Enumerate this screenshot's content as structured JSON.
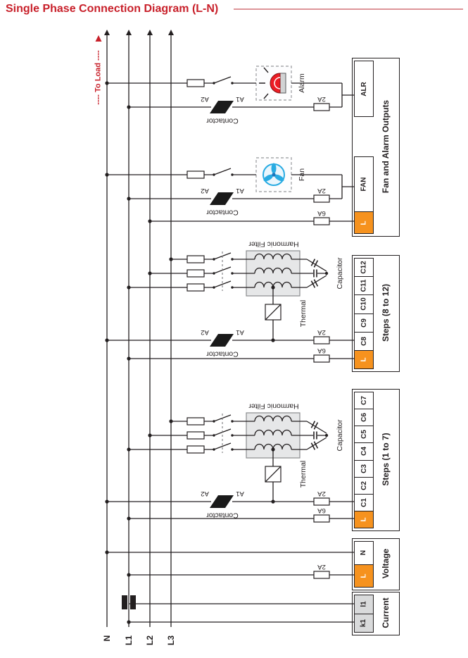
{
  "header": {
    "title": "Single Phase Connection Diagram (L-N)"
  },
  "bus": {
    "to_load": "---- To Load ----",
    "labels": [
      "N",
      "L1",
      "L2",
      "L3"
    ]
  },
  "labels": {
    "contactor": "Contactor",
    "a1": "A1",
    "a2": "A2",
    "fuse_2a": "2A",
    "fuse_6a": "6A",
    "harmonic_filter": "Harmonic Filter",
    "capacitor": "Capacitor",
    "thermal": "Thermal",
    "alarm": "Alarm",
    "fan": "Fan"
  },
  "terminals": {
    "outputs": {
      "group_label": "Fan and Alarm Outputs",
      "alr": "ALR",
      "fan": "FAN",
      "l": "L"
    },
    "steps_8_12": {
      "group_label": "Steps (8 to 12)",
      "cells": [
        "L",
        "C8",
        "C9",
        "C10",
        "C11",
        "C12"
      ]
    },
    "steps_1_7": {
      "group_label": "Steps (1 to 7)",
      "cells": [
        "L",
        "C1",
        "C2",
        "C3",
        "C4",
        "C5",
        "C6",
        "C7"
      ]
    },
    "voltage": {
      "group_label": "Voltage",
      "cells": [
        "L",
        "N"
      ]
    },
    "current": {
      "group_label": "Current",
      "cells": [
        "k1",
        "l1"
      ]
    }
  },
  "colors": {
    "accent_red": "#C8202A",
    "terminal_orange": "#F6921E",
    "fan_blue": "#29ABE2",
    "alarm_red": "#EC1C24",
    "wire": "#231F20",
    "filter_box_gray": "#E6E7E8"
  }
}
